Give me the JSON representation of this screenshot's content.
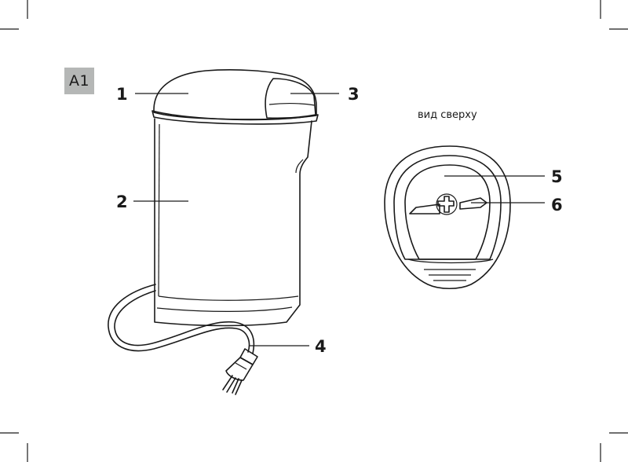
{
  "page_tag": "A1",
  "view_caption": "вид сверху",
  "callouts": {
    "c1": "1",
    "c2": "2",
    "c3": "3",
    "c4": "4",
    "c5": "5",
    "c6": "6"
  },
  "colors": {
    "ink": "#1a1a1a",
    "tag_background": "#b5b7b6",
    "page": "#ffffff"
  }
}
